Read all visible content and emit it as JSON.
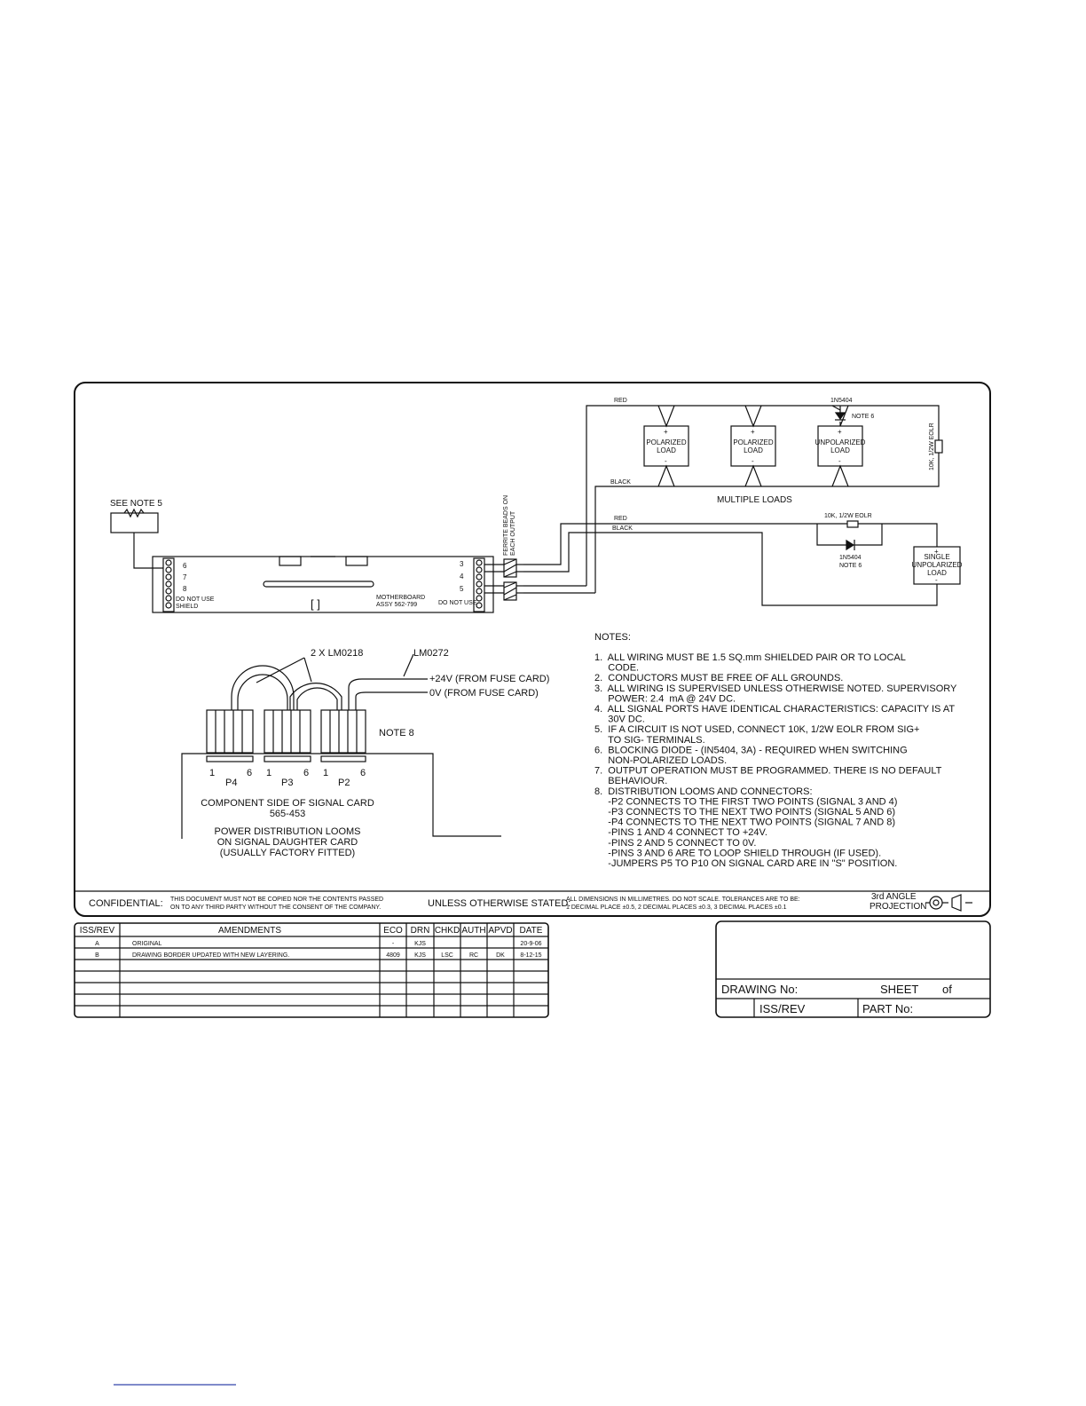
{
  "loads_circuit": {
    "red": "RED",
    "black": "BLACK",
    "diode_top": "1N5404",
    "note6": "NOTE 6",
    "loads": [
      {
        "line1": "POLARIZED",
        "line2": "LOAD",
        "plus": "+",
        "minus": "-"
      },
      {
        "line1": "POLARIZED",
        "line2": "LOAD",
        "plus": "+",
        "minus": "-"
      },
      {
        "line1": "UNPOLARIZED",
        "line2": "LOAD",
        "plus": "+",
        "minus": "-"
      }
    ],
    "eolr_vertical": "10K, 1/2W EOLR",
    "multiple_loads": "MULTIPLE LOADS"
  },
  "single_circuit": {
    "red": "RED",
    "black": "BLACK",
    "eolr": "10K, 1/2W EOLR",
    "diode": "1N5404",
    "note6": "NOTE 6",
    "load": [
      "SINGLE",
      "UNPOLARIZED",
      "LOAD"
    ],
    "plus": "+",
    "minus": "-"
  },
  "motherboard": {
    "see_note5": "SEE NOTE 5",
    "ferrite1": "FERRITE BEADS ON",
    "ferrite2": "EACH OUTPUT",
    "left_pins": [
      "6",
      "7",
      "8"
    ],
    "do_not_use_left": "DO NOT USE",
    "shield": "SHIELD",
    "right_pins": [
      "3",
      "4",
      "5"
    ],
    "do_not_use_right": "DO NOT USE",
    "label1": "MOTHERBOARD",
    "label2": "ASSY 562-799",
    "bracket": "[   ]"
  },
  "signal_card": {
    "looms_ref": "2 X LM0218",
    "lm0272": "LM0272",
    "plus24": "+24V (FROM FUSE CARD)",
    "zero_v": "0V (FROM FUSE CARD)",
    "note8": "NOTE 8",
    "pin1": "1",
    "pin6": "6",
    "connectors": [
      "P4",
      "P3",
      "P2"
    ],
    "comp1": "COMPONENT SIDE OF SIGNAL CARD",
    "comp2": "565-453",
    "pd1": "POWER DISTRIBUTION LOOMS",
    "pd2": "ON SIGNAL DAUGHTER CARD",
    "pd3": "(USUALLY FACTORY FITTED)"
  },
  "notes": {
    "heading": "NOTES:",
    "lines": [
      "1.  ALL WIRING MUST BE 1.5 SQ.mm SHIELDED PAIR OR TO LOCAL",
      "     CODE.",
      "2.  CONDUCTORS MUST BE FREE OF ALL GROUNDS.",
      "3.  ALL WIRING IS SUPERVISED UNLESS OTHERWISE NOTED. SUPERVISORY",
      "     POWER: 2.4  mA @ 24V DC.",
      "4.  ALL SIGNAL PORTS HAVE IDENTICAL CHARACTERISTICS: CAPACITY IS AT",
      "     30V DC.",
      "5.  IF A CIRCUIT IS NOT USED, CONNECT 10K, 1/2W EOLR FROM SIG+",
      "     TO SIG- TERMINALS.",
      "6.  BLOCKING DIODE - (IN5404, 3A) - REQUIRED WHEN SWITCHING",
      "     NON-POLARIZED LOADS.",
      "7.  OUTPUT OPERATION MUST BE PROGRAMMED. THERE IS NO DEFAULT",
      "     BEHAVIOUR.",
      "8.  DISTRIBUTION LOOMS AND CONNECTORS:",
      "     -P2 CONNECTS TO THE FIRST TWO POINTS (SIGNAL 3 AND 4)",
      "     -P3 CONNECTS TO THE NEXT TWO POINTS (SIGNAL 5 AND 6)",
      "     -P4 CONNECTS TO THE NEXT TWO POINTS (SIGNAL 7 AND 8)",
      "     -PINS 1 AND 4 CONNECT TO +24V.",
      "     -PINS 2 AND 5 CONNECT TO 0V.",
      "     -PINS 3 AND 6 ARE TO LOOP SHIELD THROUGH (IF USED).",
      "     -JUMPERS P5 TO P10 ON SIGNAL CARD ARE IN \"S\" POSITION."
    ]
  },
  "footer": {
    "confidential": "CONFIDENTIAL:",
    "conf_line1": "THIS DOCUMENT MUST NOT BE COPIED NOR THE CONTENTS PASSED",
    "conf_line2": "ON TO ANY THIRD PARTY WITHOUT THE CONSENT OF THE COMPANY.",
    "unless": "UNLESS OTHERWISE STATED:",
    "dim_line1": "ALL DIMENSIONS IN MILLIMETRES. DO NOT SCALE. TOLERANCES ARE TO BE:",
    "dim_line2": "1 DECIMAL PLACE ±0.5, 2 DECIMAL PLACES ±0.3, 3 DECIMAL PLACES ±0.1",
    "angle1": "3rd ANGLE",
    "angle2": "PROJECTION"
  },
  "amendments": {
    "headers": [
      "ISS/REV",
      "AMENDMENTS",
      "ECO",
      "DRN",
      "CHKD",
      "AUTH",
      "APVD",
      "DATE"
    ],
    "rows": [
      [
        "A",
        "ORIGINAL",
        "-",
        "KJS",
        "",
        "",
        "",
        "20-9-06"
      ],
      [
        "B",
        "DRAWING BORDER UPDATED WITH NEW LAYERING.",
        "4809",
        "KJS",
        "LSC",
        "RC",
        "DK",
        "8-12-15"
      ]
    ]
  },
  "title_block": {
    "drawing_no": "DRAWING No:",
    "sheet": "SHEET",
    "of": "of",
    "iss_rev": "ISS/REV",
    "part_no": "PART No:"
  }
}
